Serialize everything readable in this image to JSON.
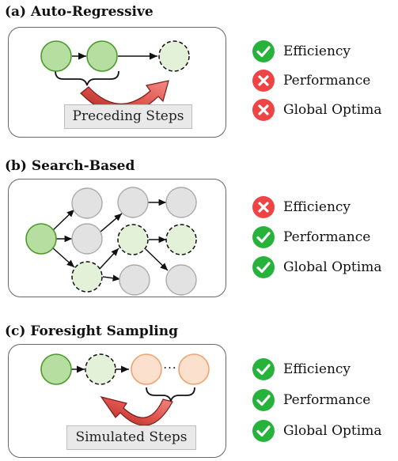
{
  "panels": [
    {
      "title": "(a) Auto-Regressive",
      "label": "Preceding Steps",
      "criteria": [
        {
          "text": "Efficiency",
          "status": "check"
        },
        {
          "text": "Performance",
          "status": "cross"
        },
        {
          "text": "Global Optima",
          "status": "cross"
        }
      ]
    },
    {
      "title": "(b) Search-Based",
      "criteria": [
        {
          "text": "Efficiency",
          "status": "cross"
        },
        {
          "text": "Performance",
          "status": "check"
        },
        {
          "text": "Global Optima",
          "status": "check"
        }
      ]
    },
    {
      "title": "(c) Foresight Sampling",
      "label": "Simulated Steps",
      "ellipsis": "···",
      "criteria": [
        {
          "text": "Efficiency",
          "status": "check"
        },
        {
          "text": "Performance",
          "status": "check"
        },
        {
          "text": "Global Optima",
          "status": "check"
        }
      ]
    }
  ],
  "colors": {
    "check": "#27b33b",
    "cross": "#ee4444",
    "node_green_fill": "#b5dea0",
    "node_green_stroke": "#4a9a2c",
    "node_dashed_fill": "#e3f1d8",
    "node_gray_fill": "#e2e2e2",
    "node_gray_stroke": "#aaaaaa",
    "node_peach_fill": "#fbe1cd",
    "node_peach_stroke": "#f0a270",
    "curved_arrow": "#d9534a"
  }
}
